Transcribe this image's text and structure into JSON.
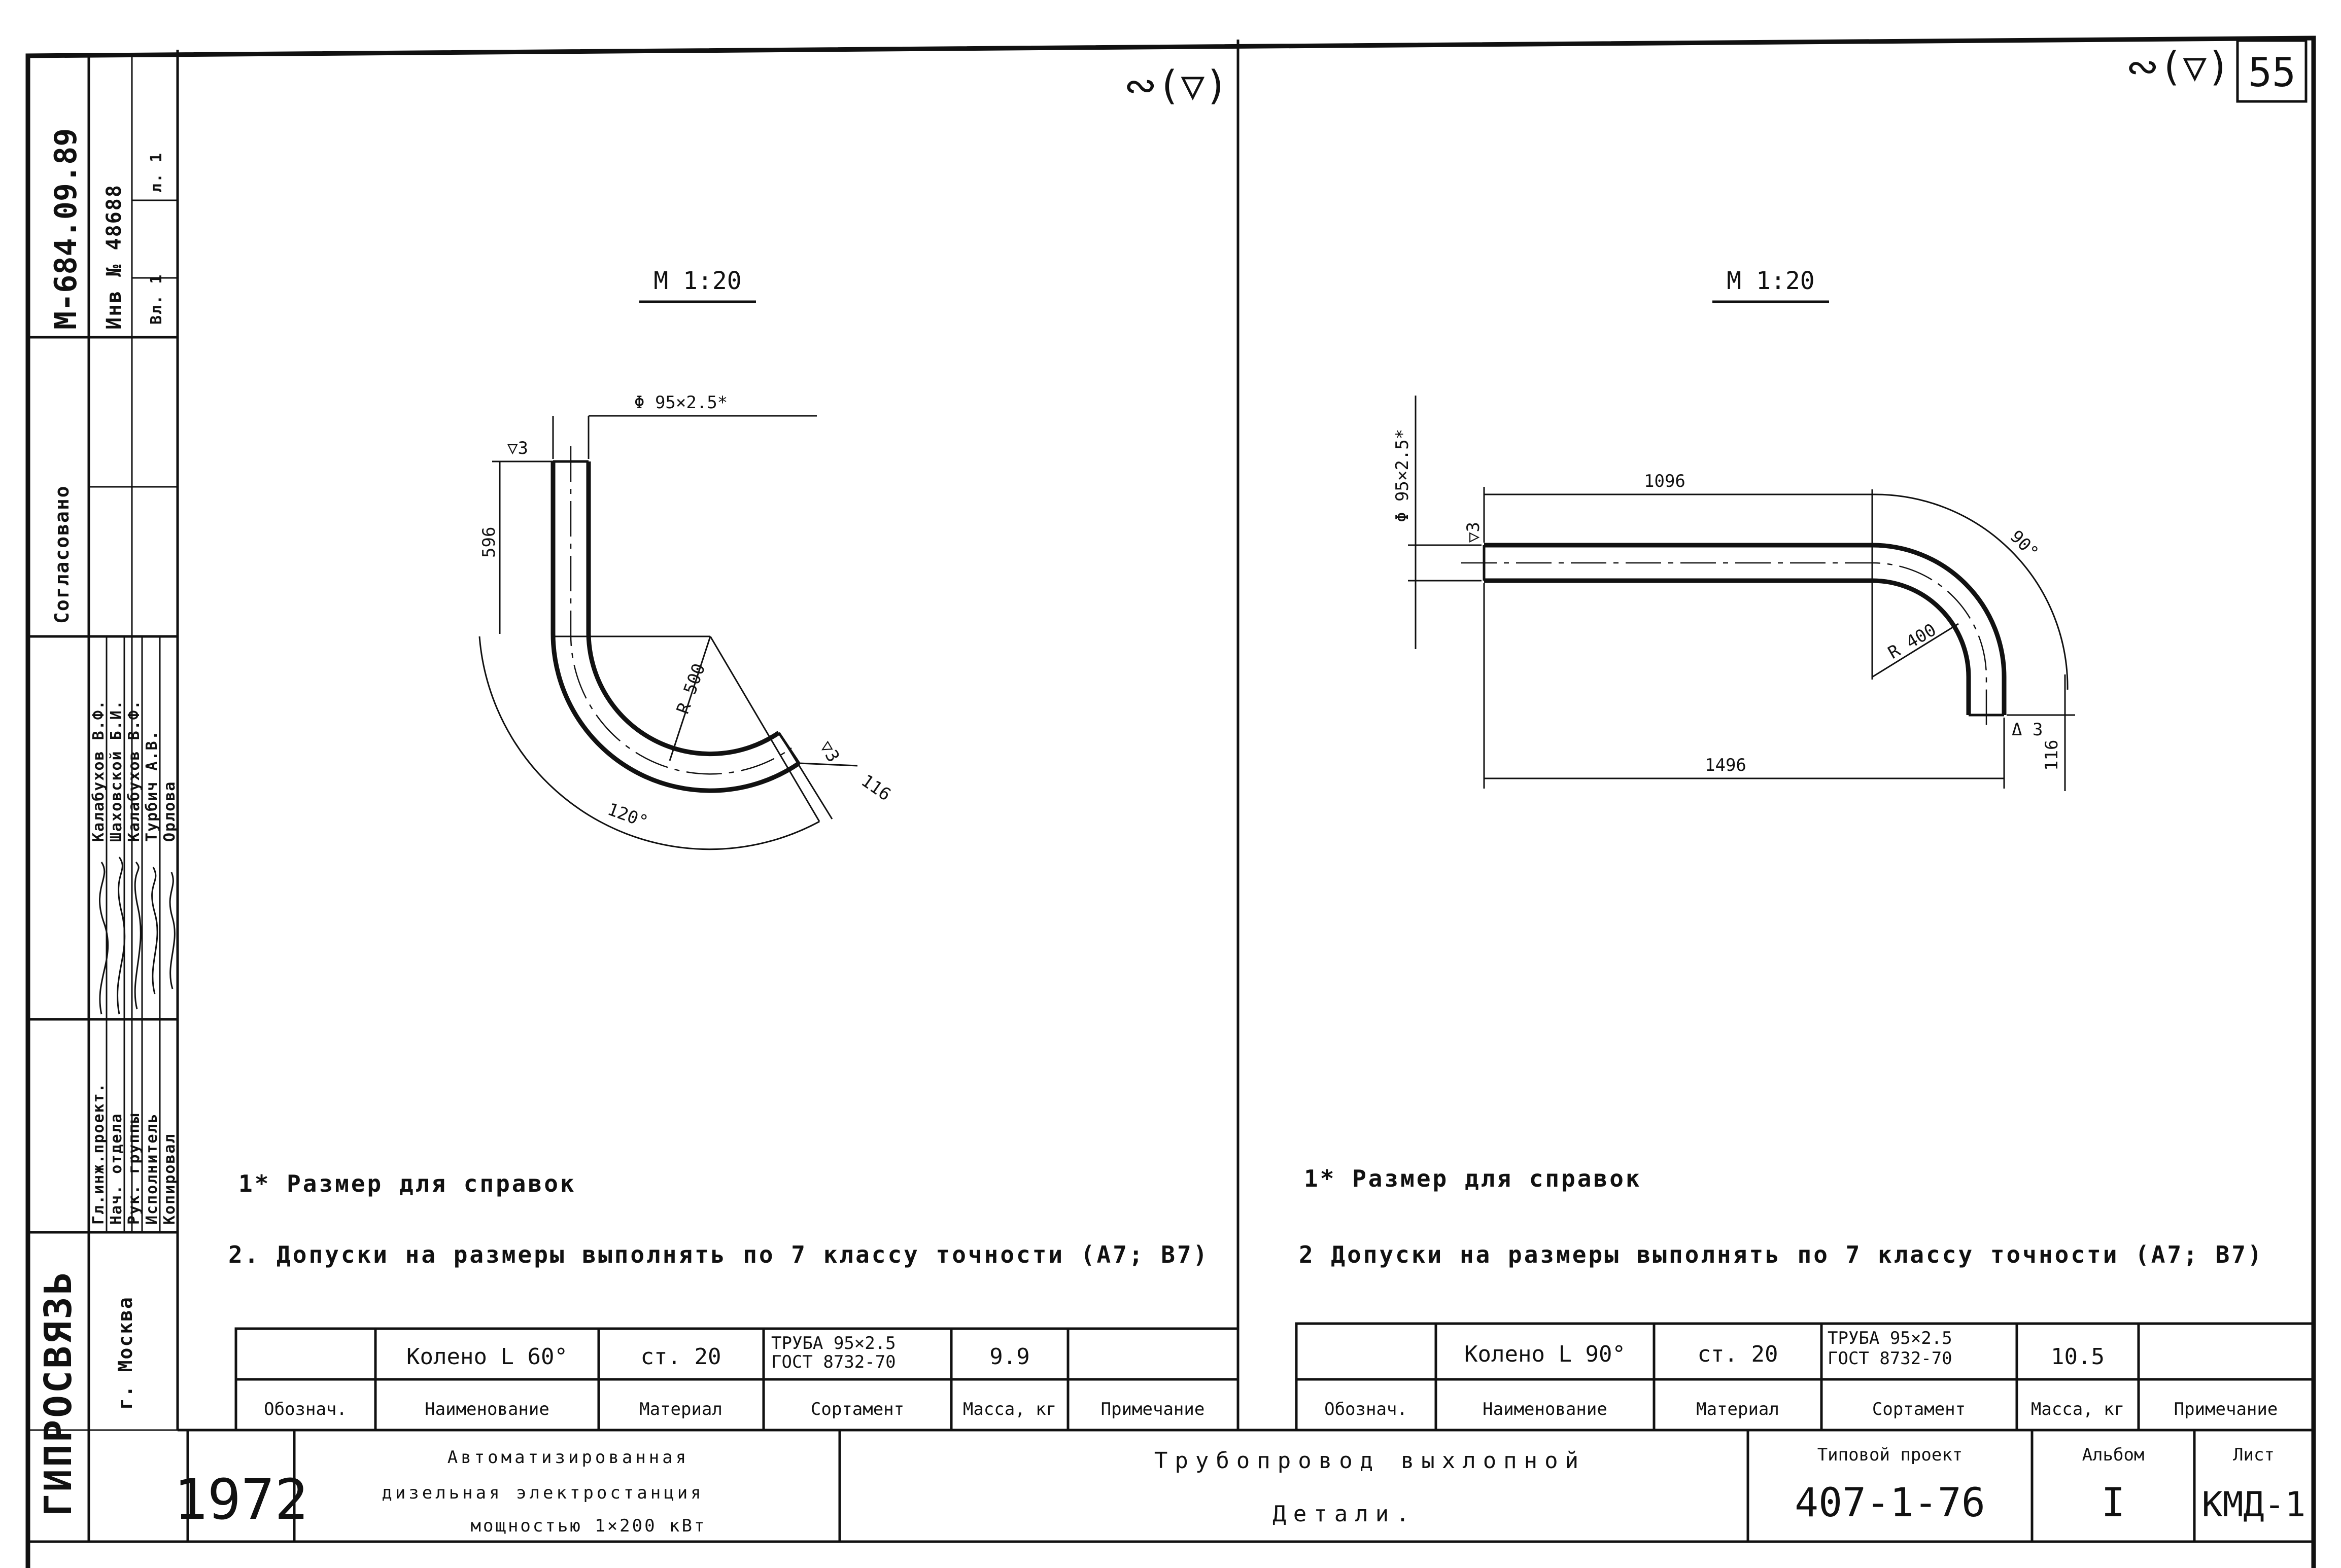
{
  "sheet": {
    "page_number": "55",
    "roughness_mark": "∾(▽)",
    "side_code": "М-684.09.89",
    "inventory": "Инв № 48688",
    "volume": "Вл. 1",
    "sheet_short": "л. 1",
    "agreed": "Согласовано"
  },
  "signatures": [
    {
      "role": "Гл.инж.проект.",
      "name": "Калабухов В.Ф."
    },
    {
      "role": "Нач. отдела",
      "name": "Шаховской Б.И."
    },
    {
      "role": "Рук. группы",
      "name": "Калабухов В.Ф."
    },
    {
      "role": "Исполнитель",
      "name": "Турбич А.В."
    },
    {
      "role": "Копировал",
      "name": "Орлова"
    }
  ],
  "organization": {
    "name": "ГИПРОСВЯЗЬ",
    "city": "г. Москва"
  },
  "drawing_left": {
    "scale": "М 1:20",
    "dim_diameter": "Φ 95×2.5*",
    "dim_length": "596",
    "dim_radius": "R 500",
    "dim_angle": "120°",
    "dim_end": "116",
    "weld_mark": "▽3",
    "notes": [
      "1* Размер для справок",
      "2. Допуски на размеры выполнять по 7 классу точности (А7; В7)"
    ]
  },
  "drawing_right": {
    "scale": "М 1:20",
    "dim_diameter": "Φ 95×2.5*",
    "dim_top": "1096",
    "dim_bottom": "1496",
    "dim_radius": "R 400",
    "dim_angle": "90°",
    "dim_end": "116",
    "weld_mark_1": "▽3",
    "weld_mark_2": "Δ 3",
    "notes": [
      "1* Размер для справок",
      "2 Допуски на размеры выполнять по 7 классу точности (А7; В7)"
    ]
  },
  "spec_headers": [
    "Обознач.",
    "Наименование",
    "Материал",
    "Сортамент",
    "Масса, кг",
    "Примечание"
  ],
  "spec_left": {
    "designation": "",
    "name": "Колено L 60°",
    "material": "ст. 20",
    "assortment_1": "ТРУБА 95×2.5",
    "assortment_2": "ГОСТ 8732-70",
    "mass": "9.9",
    "note": ""
  },
  "spec_right": {
    "designation": "",
    "name": "Колено L 90°",
    "material": "ст. 20",
    "assortment_1": "ТРУБА 95×2.5",
    "assortment_2": "ГОСТ 8732-70",
    "mass": "10.5",
    "note": ""
  },
  "title_block": {
    "year": "1972",
    "project_title_1": "Автоматизированная",
    "project_title_2": "дизельная электростанция",
    "project_title_3": "мощностью 1×200 кВт",
    "object_1": "Трубопровод выхлопной",
    "object_2": "Детали.",
    "typical_label": "Типовой проект",
    "typical_number": "407-1-76",
    "album_label": "Альбом",
    "album_number": "I",
    "sheet_label": "Лист",
    "sheet_number": "КМД-1"
  }
}
